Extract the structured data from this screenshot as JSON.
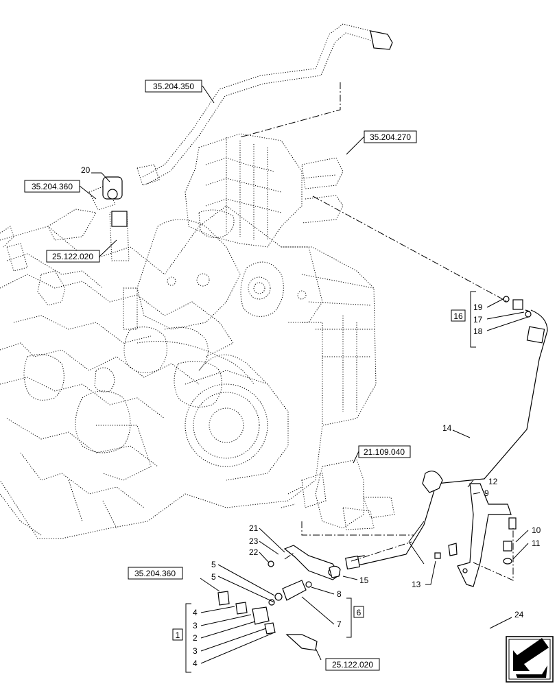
{
  "references": {
    "ref_35_204_350": "35.204.350",
    "ref_35_204_270": "35.204.270",
    "ref_35_204_360_top": "35.204.360",
    "ref_25_122_020_top": "25.122.020",
    "ref_21_109_040": "21.109.040",
    "ref_35_204_360_bottom": "35.204.360",
    "ref_25_122_020_bottom": "25.122.020"
  },
  "callouts": {
    "c1": "1",
    "c2": "2",
    "c3a": "3",
    "c3b": "3",
    "c4a": "4",
    "c4b": "4",
    "c5a": "5",
    "c5b": "5",
    "c6": "6",
    "c7": "7",
    "c8": "8",
    "c9": "9",
    "c10": "10",
    "c11": "11",
    "c12": "12",
    "c13": "13",
    "c14": "14",
    "c15": "15",
    "c16": "16",
    "c17": "17",
    "c18": "18",
    "c19": "19",
    "c20": "20",
    "c21": "21",
    "c22": "22",
    "c23": "23",
    "c24": "24"
  },
  "icons": {
    "corner": "next-view-arrow-icon"
  }
}
